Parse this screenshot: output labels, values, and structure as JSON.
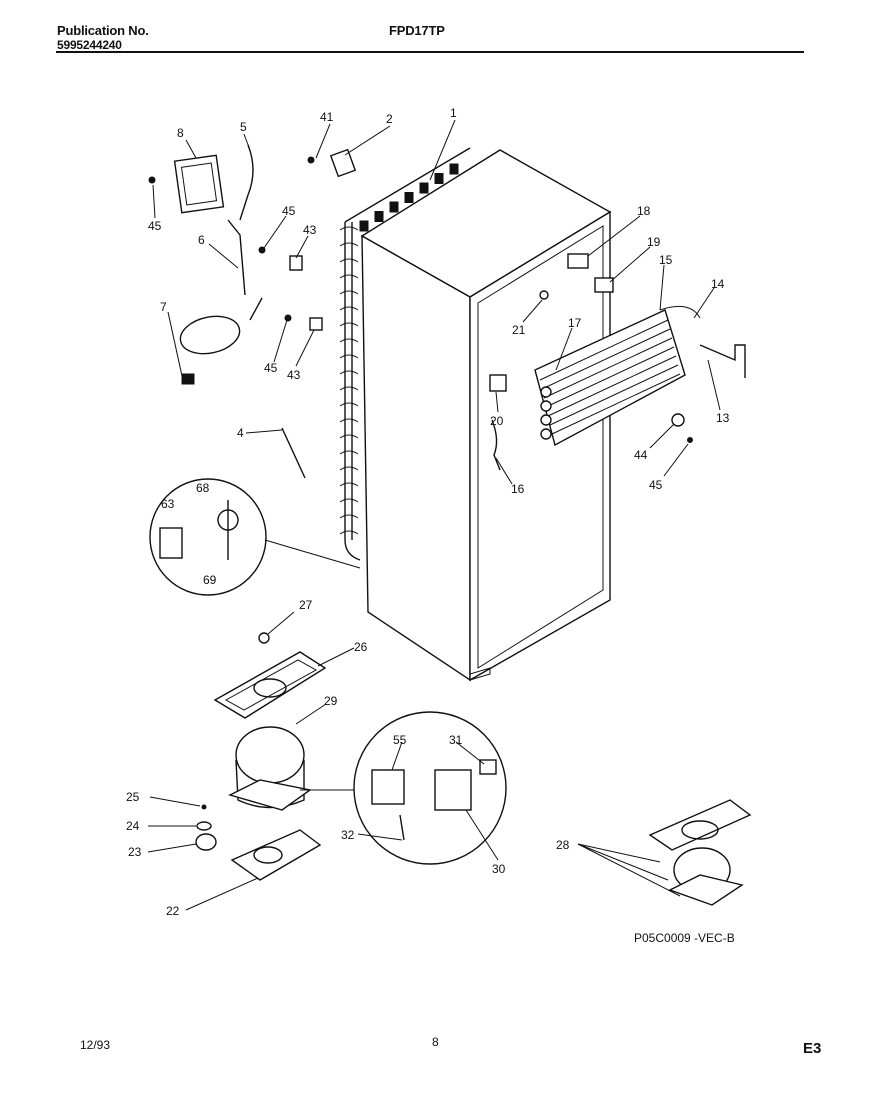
{
  "header": {
    "publication_label": "Publication No.",
    "publication_number": "5995244240",
    "model": "FPD17TP"
  },
  "diagram": {
    "part_labels": [
      "1",
      "2",
      "41",
      "5",
      "8",
      "45",
      "6",
      "45",
      "43",
      "7",
      "45",
      "43",
      "4",
      "18",
      "19",
      "15",
      "14",
      "21",
      "17",
      "20",
      "13",
      "44",
      "45",
      "16",
      "68",
      "63",
      "69",
      "27",
      "26",
      "29",
      "55",
      "31",
      "25",
      "24",
      "23",
      "22",
      "32",
      "30",
      "28"
    ],
    "drawing_code": "P05C0009 -VEC-B"
  },
  "footer": {
    "date": "12/93",
    "page": "8",
    "section": "E3"
  }
}
